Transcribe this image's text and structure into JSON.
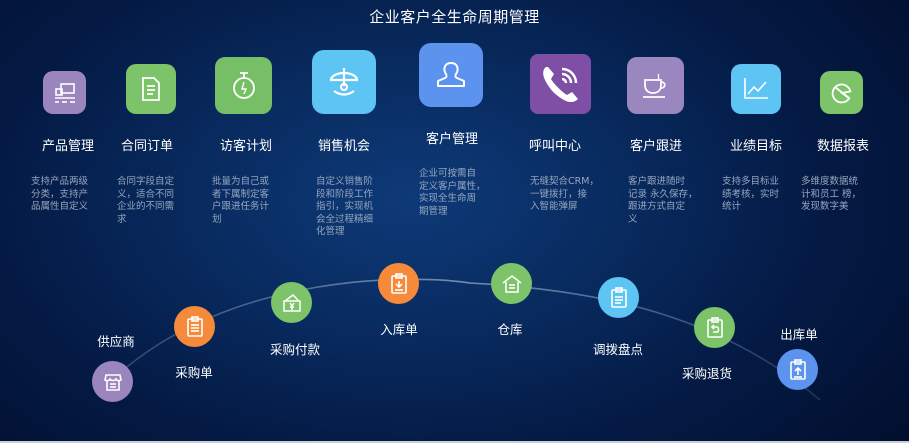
{
  "title": "企业客户全生命周期管理",
  "modules": [
    {
      "label": "产品管理",
      "icon": "product-icon",
      "color": "#9b85bd",
      "desc": "支持产品两级\n分类，支持产\n品属性自定义"
    },
    {
      "label": "合同订单",
      "icon": "document-icon",
      "color": "#7cc36a",
      "desc": "合同字段自定\n义，适合不同\n企业的不同需\n求"
    },
    {
      "label": "访客计划",
      "icon": "stopwatch-icon",
      "color": "#77bf66",
      "desc": "批量为自己或\n者下属制定客\n户跟进任务计\n划"
    },
    {
      "label": "销售机会",
      "icon": "scale-icon",
      "color": "#5ec4f4",
      "desc": "自定义销售阶\n段和阶段工作\n指引，实现机\n会全过程精细\n化管理"
    },
    {
      "label": "客户管理",
      "icon": "user-icon",
      "color": "#5b93ee",
      "desc": "企业可按需自\n定义客户属性，\n实现全生命周\n期管理"
    },
    {
      "label": "呼叫中心",
      "icon": "phone-icon",
      "color": "#7e4fa5",
      "desc": "无缝契合CRM，\n一键拨打，接\n入智能弹屏"
    },
    {
      "label": "客户跟进",
      "icon": "coffee-icon",
      "color": "#9a87c0",
      "desc": "客户跟进随时\n记录 永久保存，\n跟进方式自定\n义"
    },
    {
      "label": "业绩目标",
      "icon": "line-chart-icon",
      "color": "#5ec4f4",
      "desc": "支持多目标业\n绩考核，实时\n统计"
    },
    {
      "label": "数据报表",
      "icon": "pie-chart-icon",
      "color": "#7cc36a",
      "desc": "多维度数据统\n计和员工   榜，\n发现数字美"
    }
  ],
  "flow": [
    {
      "label": "供应商",
      "icon": "store-icon",
      "color": "#9b85bd"
    },
    {
      "label": "采购单",
      "icon": "clipboard-icon",
      "color": "#f58a3b"
    },
    {
      "label": "采购付款",
      "icon": "payment-icon",
      "color": "#7cc36a"
    },
    {
      "label": "入库单",
      "icon": "clipboard-in-icon",
      "color": "#f58a3b"
    },
    {
      "label": "仓库",
      "icon": "warehouse-icon",
      "color": "#7cc36a"
    },
    {
      "label": "调拨盘点",
      "icon": "clipboard-list-icon",
      "color": "#5ec4f4"
    },
    {
      "label": "采购退货",
      "icon": "clipboard-return-icon",
      "color": "#7cc36a"
    },
    {
      "label": "出库单",
      "icon": "clipboard-out-icon",
      "color": "#5b93ee"
    }
  ]
}
